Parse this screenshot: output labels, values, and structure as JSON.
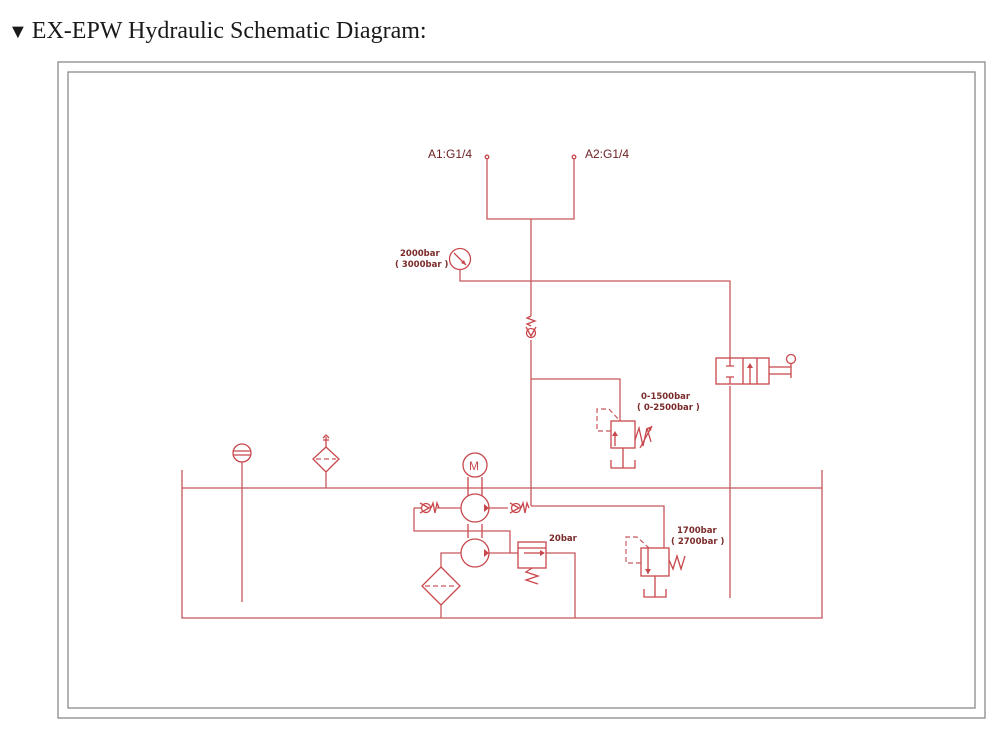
{
  "heading": {
    "marker": "▼",
    "title": "EX-EPW Hydraulic Schematic Diagram:"
  },
  "diagram": {
    "line_color": "#c8585c",
    "label_color": "#6b1f22",
    "ports": [
      {
        "id": "A1",
        "label": "A1:G1/4"
      },
      {
        "id": "A2",
        "label": "A2:G1/4"
      }
    ],
    "pressure_gauge": {
      "label_line1": "2000bar",
      "label_line2": "( 3000bar )"
    },
    "adjustable_relief_valve": {
      "label_line1": "0-1500bar",
      "label_line2": "( 0-2500bar )"
    },
    "safety_relief_valve": {
      "label_line1": "1700bar",
      "label_line2": "( 2700bar )"
    },
    "low_pressure_relief_valve": {
      "label": "20bar"
    },
    "motor": {
      "label": "M"
    },
    "components": [
      "port-a1",
      "port-a2",
      "pressure-gauge",
      "check-valve-main",
      "adjustable-relief-valve",
      "manual-directional-valve",
      "level-gauge",
      "breather-filter",
      "electric-motor",
      "high-pressure-pump",
      "low-pressure-pump",
      "check-valve-left",
      "check-valve-right",
      "low-pressure-relief-valve",
      "suction-filter",
      "safety-relief-valve",
      "oil-tank"
    ]
  }
}
